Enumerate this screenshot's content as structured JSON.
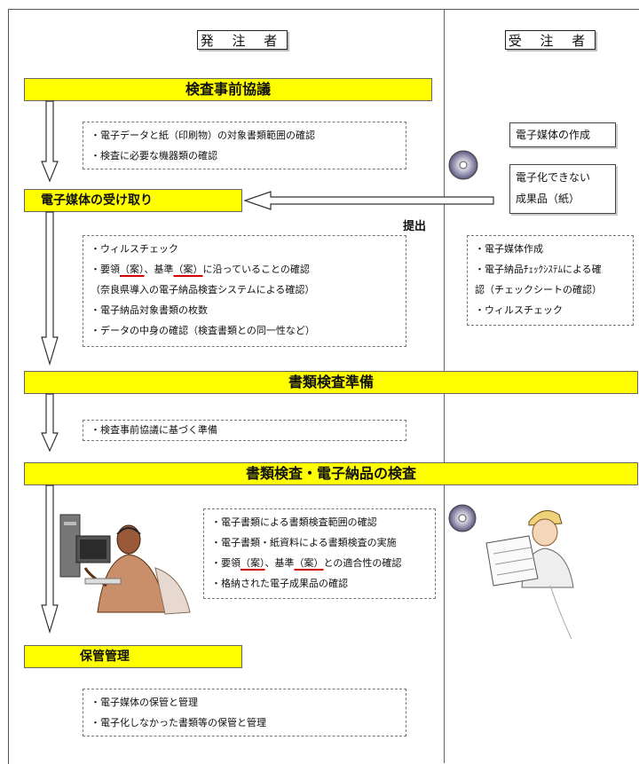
{
  "headers": {
    "orderer": "発 注 者",
    "contractor": "受 注 者"
  },
  "phases": {
    "pre_meeting": "検査事前協議",
    "receive_media": "電子媒体の受け取り",
    "prep": "書類検査準備",
    "inspection": "書類検査・電子納品の検査",
    "storage": "保管管理"
  },
  "pre_meeting_items": [
    "・電子データと紙（印刷物）の対象書類範囲の確認",
    "・検査に必要な機器類の確認"
  ],
  "contractor_create_media": "電子媒体の作成",
  "contractor_non_digital": [
    "電子化できない",
    "成果品（紙）"
  ],
  "submit_label": "提出",
  "receive_items": {
    "virus": "・ウィルスチェック",
    "guide_prefix": "・要領",
    "guide_term1": "（案）",
    "guide_mid": "、基準",
    "guide_term2": "（案）",
    "guide_suffix": "に沿っていることの確認",
    "guide_note": "（奈良県導入の電子納品検査システムによる確認）",
    "count": "・電子納品対象書類の枚数",
    "content": "・データの中身の確認（検査書類との同一性など）"
  },
  "contractor_items": [
    "・電子媒体作成",
    "・電子納品ﾁｪｯｸｼｽﾃﾑによる確",
    "認（チェックシートの確認）",
    "・ウィルスチェック"
  ],
  "prep_items": [
    "・検査事前協議に基づく準備"
  ],
  "inspection_items": {
    "scope": "・電子書類による書類検査範囲の確認",
    "exec": "・電子書類・紙資料による書類検査の実施",
    "conf_prefix": "・要領",
    "conf_term1": "（案）",
    "conf_mid": "、基準",
    "conf_term2": "（案）",
    "conf_suffix": "との適合性の確認",
    "stored": "・格納された電子成果品の確認"
  },
  "storage_items": [
    "・電子媒体の保管と管理",
    "・電子化しなかった書類等の保管と管理"
  ],
  "colors": {
    "band": "#ffff00",
    "underline": "#d00000"
  }
}
